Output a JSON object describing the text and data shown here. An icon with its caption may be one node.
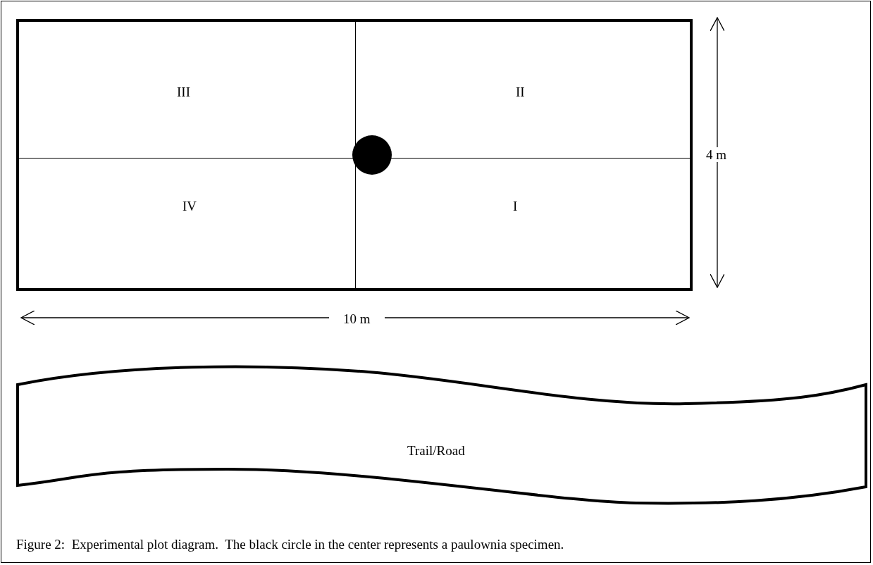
{
  "diagram": {
    "caption": "Figure 2:  Experimental plot diagram.  The black circle in the center represents a paulownia specimen.",
    "nodes": [
      {
        "text": [
          "III"
        ]
      },
      {
        "text": [
          "II"
        ]
      },
      {
        "text": [
          "IV"
        ]
      },
      {
        "text": [
          "I"
        ]
      },
      {
        "text": [
          "Trail/Road"
        ]
      }
    ],
    "labels": [
      "4 m",
      "10 m"
    ]
  }
}
